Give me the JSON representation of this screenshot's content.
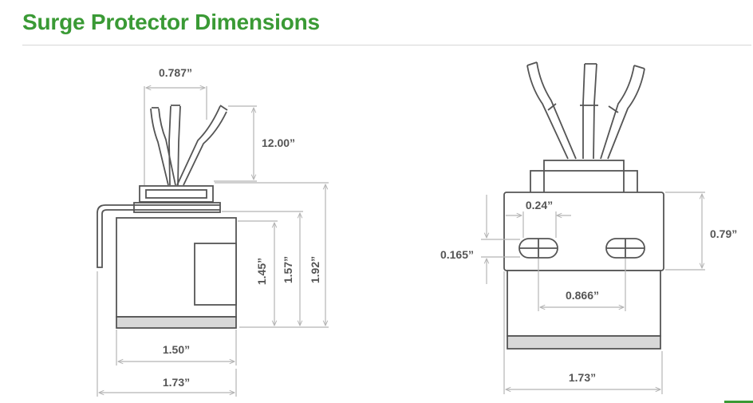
{
  "title": "Surge Protector Dimensions",
  "colors": {
    "accent": "#3a9a35",
    "lines": "#555555",
    "dimension_lines": "#b5b5b5"
  },
  "side_view": {
    "dims": {
      "wire_spacing": "0.787”",
      "lead_length": "12.00”",
      "face_height": "1.45”",
      "body_height": "1.57”",
      "overall_height": "1.92”",
      "body_width": "1.50”",
      "overall_width": "1.73”"
    }
  },
  "front_view": {
    "dims": {
      "slot_width": "0.24”",
      "slot_height": "0.165”",
      "top_to_slot": "0.79”",
      "slot_spacing": "0.866”",
      "overall_width": "1.73”"
    }
  }
}
